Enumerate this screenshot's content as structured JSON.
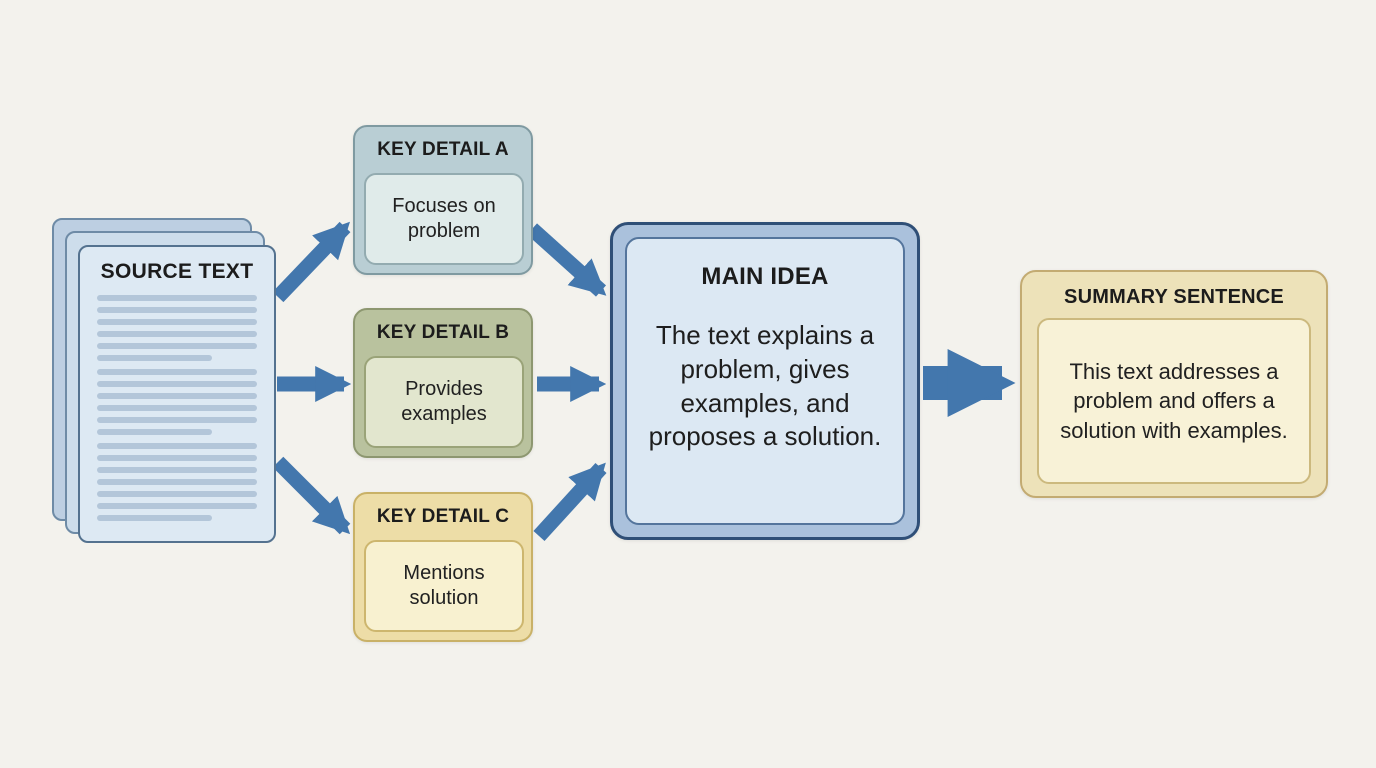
{
  "canvas": {
    "background": "#f3f2ed",
    "arrow_color": "#4377ad"
  },
  "source_text": {
    "title": "SOURCE TEXT",
    "page_fill_front": "#dde9f3",
    "page_fill_mid": "#cdddeb",
    "page_fill_back": "#bdcfe2",
    "page_border_front": "#54728f",
    "page_border_back": "#6e8ba6",
    "line_color": "#b3c6d9",
    "line_groups": [
      [
        1,
        1,
        1,
        1,
        1,
        0.72
      ],
      [
        1,
        1,
        1,
        1,
        1,
        0.72
      ],
      [
        1,
        1,
        1,
        1,
        1,
        1,
        0.72
      ]
    ]
  },
  "key_details": [
    {
      "title": "KEY DETAIL A",
      "text": "Focuses on problem",
      "outer_fill": "#b9ced4",
      "outer_border": "#7f9aa1",
      "inner_fill": "#e0ebea",
      "inner_border": "#93abb0"
    },
    {
      "title": "KEY DETAIL B",
      "text": "Provides examples",
      "outer_fill": "#b9c29e",
      "outer_border": "#8d9770",
      "inner_fill": "#e2e6ce",
      "inner_border": "#9aa378"
    },
    {
      "title": "KEY DETAIL C",
      "text": "Mentions solution",
      "outer_fill": "#eddda7",
      "outer_border": "#c9b167",
      "inner_fill": "#f8f1d0",
      "inner_border": "#cdb66e"
    }
  ],
  "main_idea": {
    "title": "MAIN IDEA",
    "text": "The text explains a problem, gives examples, and proposes a solution.",
    "outer_fill": "#aac1dc",
    "outer_border": "#2f4f77",
    "inner_fill": "#dce8f3",
    "inner_border": "#54759c"
  },
  "summary": {
    "title": "SUMMARY SENTENCE",
    "text": "This text addresses a problem and offers a solution with examples.",
    "outer_fill": "#ede2b9",
    "outer_border": "#c3ab72",
    "inner_fill": "#f8f2d7",
    "inner_border": "#ccb97e"
  },
  "flow_edges": [
    {
      "from": "source-text",
      "to": "key-detail-a"
    },
    {
      "from": "source-text",
      "to": "key-detail-b"
    },
    {
      "from": "source-text",
      "to": "key-detail-c"
    },
    {
      "from": "key-detail-a",
      "to": "main-idea"
    },
    {
      "from": "key-detail-b",
      "to": "main-idea"
    },
    {
      "from": "key-detail-c",
      "to": "main-idea"
    },
    {
      "from": "main-idea",
      "to": "summary-sentence"
    }
  ]
}
